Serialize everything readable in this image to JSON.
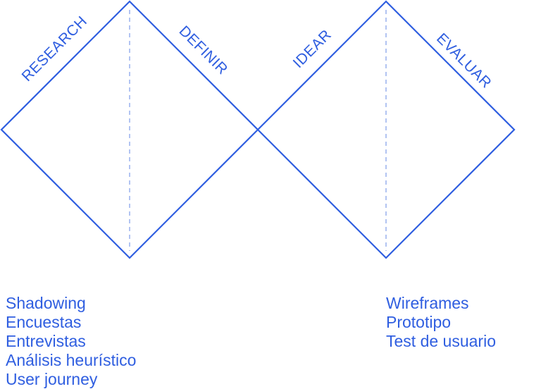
{
  "phases": [
    {
      "label": "RESEARCH"
    },
    {
      "label": "DEFINIR"
    },
    {
      "label": "IDEAR"
    },
    {
      "label": "EVALUAR"
    }
  ],
  "lists": {
    "left": [
      "Shadowing",
      "Encuestas",
      "Entrevistas",
      "Análisis heurístico",
      "User journey"
    ],
    "right": [
      "Wireframes",
      "Prototipo",
      "Test de usuario"
    ]
  },
  "colors": {
    "accent": "#2f5ee0"
  }
}
